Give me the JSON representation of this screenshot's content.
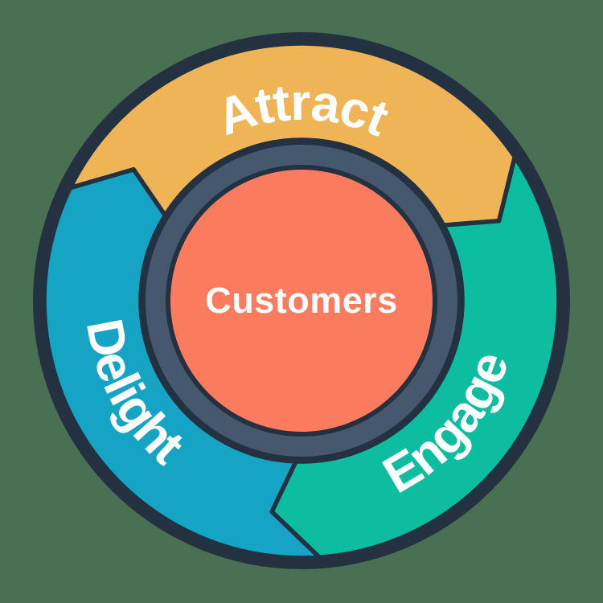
{
  "diagram": {
    "type": "flywheel",
    "center": {
      "label": "Customers"
    },
    "segments": [
      {
        "label": "Attract",
        "position": "top",
        "color": "#EFB455"
      },
      {
        "label": "Engage",
        "position": "bottom-right",
        "color": "#0CBD9F"
      },
      {
        "label": "Delight",
        "position": "bottom-left",
        "color": "#16A4C4"
      }
    ],
    "colors": {
      "background": "#4A7053",
      "outline": "#233140",
      "hub_ring": "#45586D",
      "hub_fill": "#FB7B5E",
      "label_text": "#FFFFFF"
    }
  }
}
